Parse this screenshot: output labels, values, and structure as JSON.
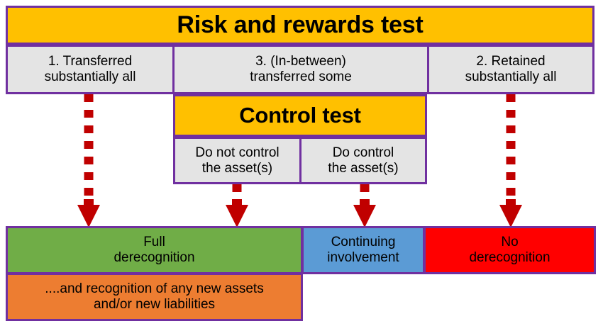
{
  "diagram": {
    "title": "Risk and rewards test",
    "type": "decision-flow",
    "colors": {
      "banner": "#FFC000",
      "cell": "#E4E4E4",
      "border": "#7030A0",
      "arrow": "#C00000",
      "full_derecognition": "#70AD47",
      "continuing_involvement": "#5B9BD5",
      "no_derecognition": "#FF0000",
      "new_assets": "#ED7D31"
    },
    "risk_test": {
      "banner_label": "Risk and rewards test",
      "options": [
        {
          "line1": "1. Transferred",
          "line2": "substantially all"
        },
        {
          "line1": "3. (In-between)",
          "line2": "transferred some"
        },
        {
          "line1": "2. Retained",
          "line2": "substantially all"
        }
      ]
    },
    "control_test": {
      "banner_label": "Control test",
      "options": [
        {
          "line1": "Do not control",
          "line2": "the asset(s)"
        },
        {
          "line1": "Do control",
          "line2": "the asset(s)"
        }
      ]
    },
    "outcomes": [
      {
        "key": "full-derecognition",
        "line1": "Full",
        "line2": "derecognition"
      },
      {
        "key": "continuing-involvement",
        "line1": "Continuing",
        "line2": "involvement"
      },
      {
        "key": "no-derecognition",
        "line1": "No",
        "line2": "derecognition"
      }
    ],
    "addendum": {
      "line1": "....and recognition of any new assets",
      "line2": "and/or new liabilities"
    },
    "arrows": [
      {
        "name": "arrow-transferred-to-full-derecognition"
      },
      {
        "name": "arrow-do-not-control-to-full-derecognition"
      },
      {
        "name": "arrow-do-control-to-continuing-involvement"
      },
      {
        "name": "arrow-retained-to-no-derecognition"
      }
    ]
  }
}
